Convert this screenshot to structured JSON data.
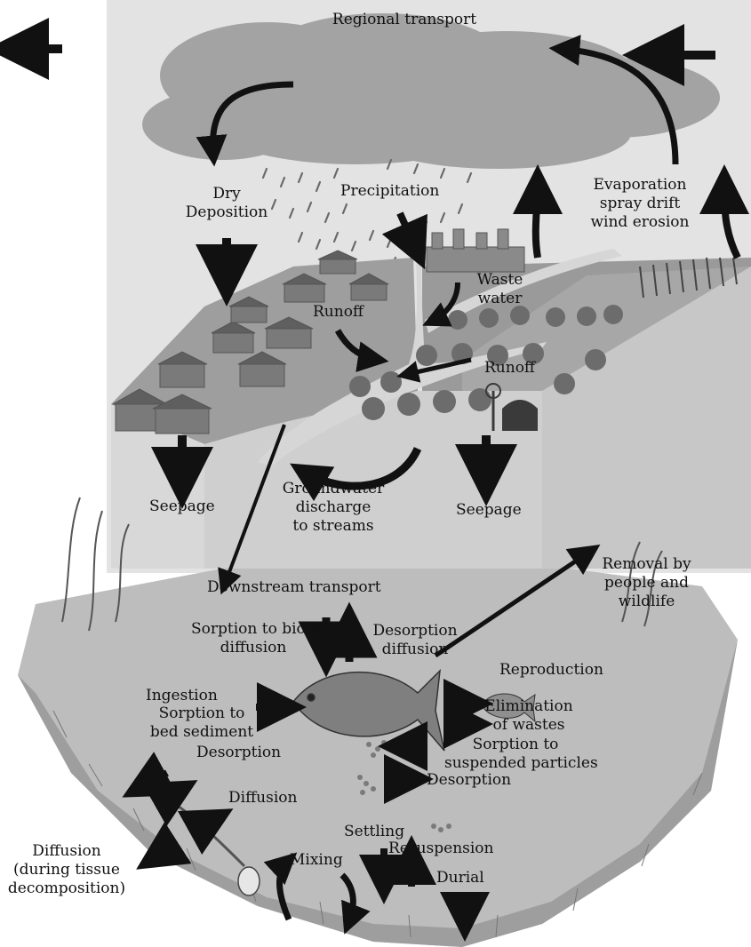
{
  "labels": {
    "regional_transport": "Regional transport",
    "dry_deposition": [
      "Dry",
      "Deposition"
    ],
    "precipitation": "Precipitation",
    "evaporation": [
      "Evaporation",
      "spray drift",
      "wind erosion"
    ],
    "waste_water": [
      "Waste",
      "water"
    ],
    "runoff_left": "Runoff",
    "runoff_right": "Runoff",
    "seepage_left": "Seepage",
    "seepage_right": "Seepage",
    "groundwater": [
      "Groundwater",
      "discharge",
      "to streams"
    ],
    "removal": [
      "Removal by",
      "people and",
      "wildlife"
    ],
    "downstream": "Downstream transport",
    "sorption_biota": [
      "Sorption to biota",
      "diffusion"
    ],
    "desorption_diffusion": [
      "Desorption",
      "diffusion"
    ],
    "reproduction": "Reproduction",
    "ingestion": "Ingestion",
    "sorption_bed": [
      "Sorption to",
      "bed sediment"
    ],
    "desorption_left": "Desorption",
    "elimination": [
      "Elimination",
      "of wastes"
    ],
    "sorption_suspended": [
      "Sorption to",
      "suspended particles"
    ],
    "diffusion_mid": "Diffusion",
    "desorption_mid": "Desorption",
    "settling": "Settling",
    "resuspension": "Resuspension",
    "durial": "Durial",
    "mixing": "Mixing",
    "diffusion_tissue": [
      "Diffusion",
      "(during tissue",
      "decomposition)"
    ]
  },
  "colors": {
    "sky": "#e2e2e2",
    "cloud": "#9a9a9a",
    "land": "#9b9b9b",
    "river": "#cfcfcf",
    "water": "#bdbdbd",
    "sediment": "#a9a9a9",
    "arrow": "#111111"
  }
}
